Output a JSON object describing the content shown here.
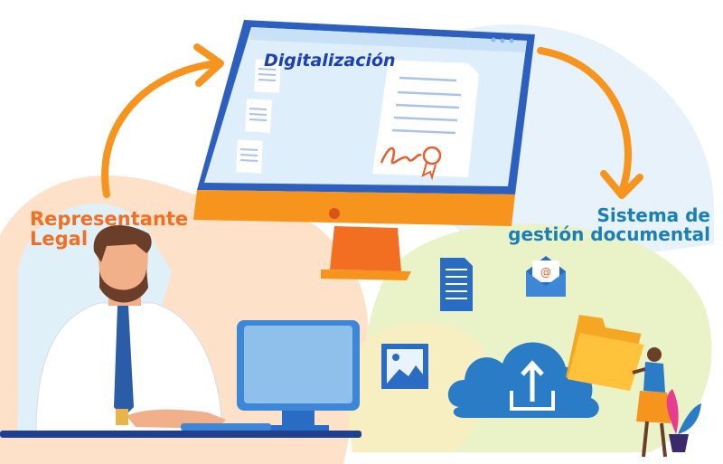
{
  "labels": {
    "screen_title": "Digitalización",
    "representative": "Representante\nLegal",
    "system": "Sistema de\ngestión documental"
  },
  "colors": {
    "orange": "#f7941d",
    "screen_orange": "#f26f21",
    "blue_text": "#1b3fb5",
    "teal_text": "#1a7fb8",
    "screen_bg": "#dfeefb",
    "cloud_blue": "#2a7cc7",
    "folder_yellow": "#ffc23a"
  },
  "icons": [
    "document-icon",
    "email-icon",
    "image-icon",
    "cloud-upload-icon",
    "folder-icon",
    "signature-icon",
    "seal-icon",
    "monitor-icon",
    "plant-icon"
  ]
}
